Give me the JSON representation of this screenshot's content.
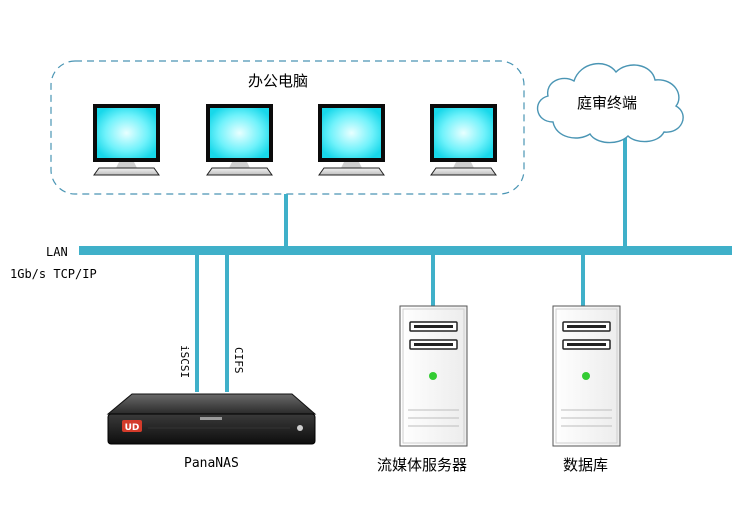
{
  "office_group": {
    "label": "办公电脑",
    "monitor_count": 4
  },
  "cloud": {
    "label": "庭审终端"
  },
  "network": {
    "lan_label": "LAN",
    "speed_label": "1Gb/s TCP/IP"
  },
  "links": {
    "iscsi_label": "iSCSI",
    "cifs_label": "CIFS"
  },
  "nas": {
    "label": "PanaNAS",
    "badge": "UD"
  },
  "servers": [
    {
      "label": "流媒体服务器"
    },
    {
      "label": "数据库"
    }
  ],
  "colors": {
    "network_line": "#3fb0c9",
    "dash_border": "#4a95b4",
    "screen": "#2fe6f5",
    "led": "#33cc33",
    "nas_badge": "#d43b2a"
  }
}
